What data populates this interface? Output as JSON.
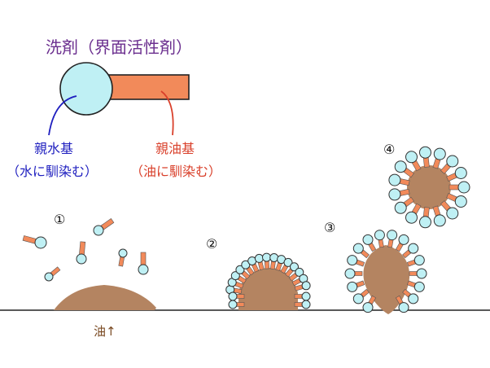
{
  "title": "洗剤（界面活性剤）",
  "hydrophilic": {
    "label": "親水基",
    "note": "（水に馴染む）"
  },
  "lipophilic": {
    "label": "親油基",
    "note": "（油に馴染む）"
  },
  "oil_label": "油↑",
  "steps": [
    "①",
    "②",
    "③",
    "④"
  ],
  "colors": {
    "title": "#6b2f8f",
    "hydrophilic": "#1f1fbf",
    "lipophilic": "#d9402b",
    "head_fill": "#bff0f4",
    "tail_fill": "#f28a5a",
    "oil_fill": "#b48461",
    "oil_label": "#7a4a22"
  }
}
